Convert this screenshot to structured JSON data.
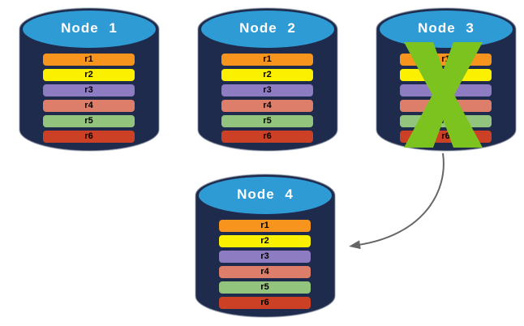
{
  "page": {
    "background": "#FFFFFF"
  },
  "colors": {
    "page_bg": "#FFFFFF",
    "cylinder_body": "#1E2B4D",
    "cylinder_top": "#2E9BD5",
    "cylinder_outline": "#8A93A3",
    "title_text": "#FFFFFF",
    "bar_text": "#000000",
    "x_mark": "#7CC320",
    "arrow": "#666666"
  },
  "nodes": [
    {
      "title": "Node 1",
      "status": "active",
      "rows": [
        {
          "label": "r1",
          "color": "#F7941D"
        },
        {
          "label": "r2",
          "color": "#FBF000"
        },
        {
          "label": "r3",
          "color": "#8E7CC3"
        },
        {
          "label": "r4",
          "color": "#DD7E6B"
        },
        {
          "label": "r5",
          "color": "#93C47D"
        },
        {
          "label": "r6",
          "color": "#CC4125"
        }
      ]
    },
    {
      "title": "Node 2",
      "status": "active",
      "rows": [
        {
          "label": "r1",
          "color": "#F7941D"
        },
        {
          "label": "r2",
          "color": "#FBF000"
        },
        {
          "label": "r3",
          "color": "#8E7CC3"
        },
        {
          "label": "r4",
          "color": "#DD7E6B"
        },
        {
          "label": "r5",
          "color": "#93C47D"
        },
        {
          "label": "r6",
          "color": "#CC4125"
        }
      ]
    },
    {
      "title": "Node 3",
      "status": "failed",
      "rows": [
        {
          "label": "r1",
          "color": "#F7941D"
        },
        {
          "label": "r2",
          "color": "#FBF000"
        },
        {
          "label": "r3",
          "color": "#8E7CC3"
        },
        {
          "label": "r4",
          "color": "#DD7E6B"
        },
        {
          "label": "r5",
          "color": "#93C47D"
        },
        {
          "label": "r6",
          "color": "#CC4125"
        }
      ]
    },
    {
      "title": "Node 4",
      "status": "active",
      "rows": [
        {
          "label": "r1",
          "color": "#F7941D"
        },
        {
          "label": "r2",
          "color": "#FBF000"
        },
        {
          "label": "r3",
          "color": "#8E7CC3"
        },
        {
          "label": "r4",
          "color": "#DD7E6B"
        },
        {
          "label": "r5",
          "color": "#93C47D"
        },
        {
          "label": "r6",
          "color": "#CC4125"
        }
      ]
    }
  ],
  "annotations": {
    "failure_x_on": "Node 3",
    "arrow": {
      "from": "Node 3",
      "to": "Node 4"
    }
  }
}
